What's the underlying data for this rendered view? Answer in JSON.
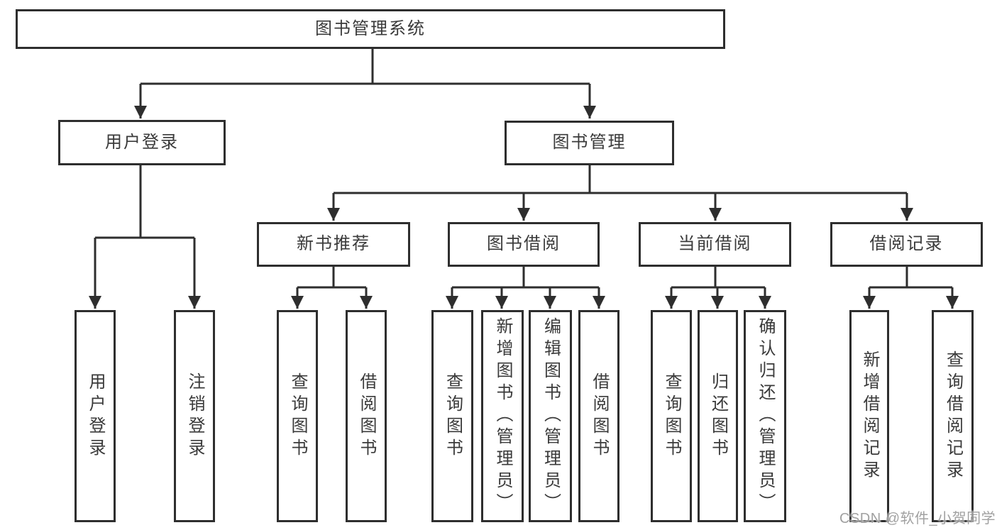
{
  "colors": {
    "background": "#ffffff",
    "line": "#2e2e2e",
    "box_border": "#2e2e2e",
    "box_background": "#ffffff",
    "text": "#3a3a3a",
    "watermark": "#949494"
  },
  "diagram": {
    "root": {
      "label": "图书管理系统",
      "children": [
        {
          "label": "用户登录",
          "children": [
            {
              "label": "用户登录"
            },
            {
              "label": "注销登录"
            }
          ]
        },
        {
          "label": "图书管理",
          "children": [
            {
              "label": "新书推荐",
              "children": [
                {
                  "label": "查询图书"
                },
                {
                  "label": "借阅图书"
                }
              ]
            },
            {
              "label": "图书借阅",
              "children": [
                {
                  "label": "查询图书"
                },
                {
                  "label": "新增图书（管理员）"
                },
                {
                  "label": "编辑图书（管理员）"
                },
                {
                  "label": "借阅图书"
                }
              ]
            },
            {
              "label": "当前借阅",
              "children": [
                {
                  "label": "查询图书"
                },
                {
                  "label": "归还图书"
                },
                {
                  "label": "确认归还（管理员）"
                }
              ]
            },
            {
              "label": "借阅记录",
              "children": [
                {
                  "label": "新增借阅记录"
                },
                {
                  "label": "查询借阅记录"
                }
              ]
            }
          ]
        }
      ]
    }
  },
  "watermark": {
    "text": "CSDN @软件_小贺同学"
  }
}
